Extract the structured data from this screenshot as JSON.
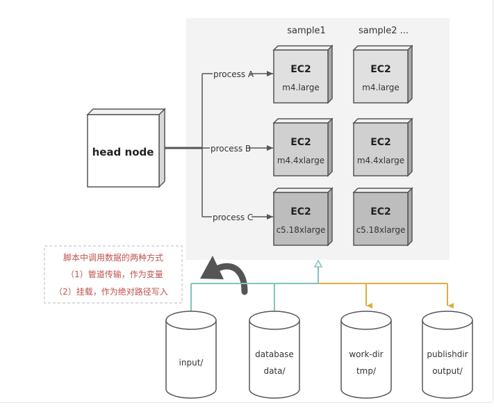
{
  "head_node": {
    "label": "head node"
  },
  "columns": [
    {
      "label": "sample1"
    },
    {
      "label": "sample2 ..."
    }
  ],
  "processes": [
    {
      "label": "process A"
    },
    {
      "label": "process B"
    },
    {
      "label": "process C"
    }
  ],
  "instances": [
    {
      "title": "EC2",
      "type": "m4.large",
      "fill": "#e0e0e0"
    },
    {
      "title": "EC2",
      "type": "m4.large",
      "fill": "#e0e0e0"
    },
    {
      "title": "EC2",
      "type": "m4.4xlarge",
      "fill": "#d0d0d0"
    },
    {
      "title": "EC2",
      "type": "m4.4xlarge",
      "fill": "#d0d0d0"
    },
    {
      "title": "EC2",
      "type": "c5.18xlarge",
      "fill": "#bdbdbd"
    },
    {
      "title": "EC2",
      "type": "c5.18xlarge",
      "fill": "#bdbdbd"
    }
  ],
  "note": {
    "lines": [
      "脚本中调用数据的两种方式",
      "（1）管道传输，作为变量",
      "（2）挂载，作为绝对路径写入"
    ],
    "color": "#c0504d"
  },
  "storages": [
    {
      "line1": "input/",
      "line2": ""
    },
    {
      "line1": "database",
      "line2": "data/"
    },
    {
      "line1": "work-dir",
      "line2": "tmp/"
    },
    {
      "line1": "publishdir",
      "line2": "output/"
    }
  ],
  "colors": {
    "teal": "#7ec4bd",
    "gold": "#e0ad3d",
    "panel": "#f3f3f3",
    "line": "#555555"
  }
}
